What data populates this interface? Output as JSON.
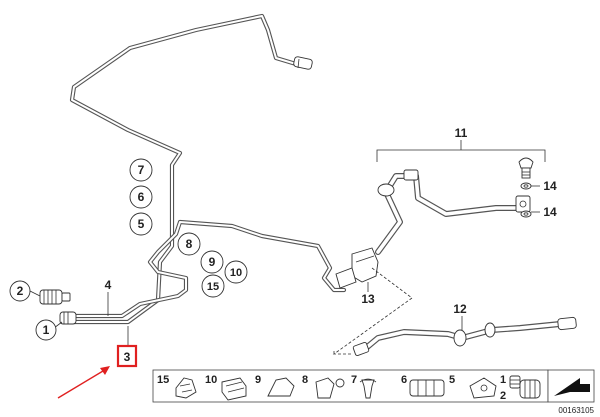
{
  "callouts": {
    "c1": "1",
    "c2": "2",
    "c3": "3",
    "c4": "4",
    "c5": "5",
    "c6": "6",
    "c7": "7",
    "c8": "8",
    "c9": "9",
    "c10": "10",
    "c11": "11",
    "c12": "12",
    "c13": "13",
    "c14a": "14",
    "c14b": "14",
    "c15": "15"
  },
  "strip": [
    "15",
    "10",
    "9",
    "8",
    "7",
    "6",
    "5",
    "1",
    "2"
  ],
  "doc_number": "00163105",
  "highlight": {
    "label": "3",
    "color": "#e02020"
  },
  "arrow_color": "#e02020"
}
